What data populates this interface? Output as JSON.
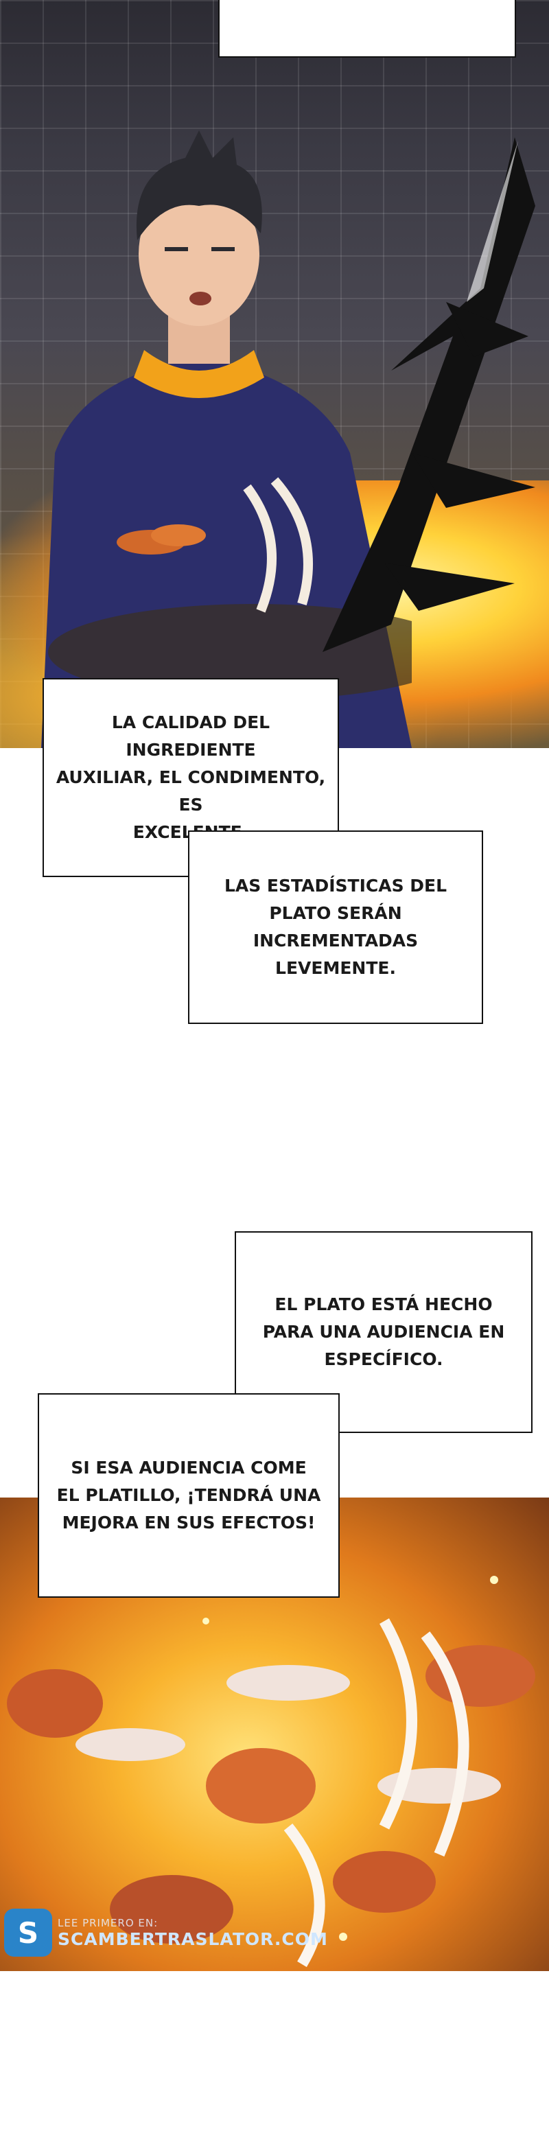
{
  "panels": {
    "top": {
      "description_icon": "chef-cooking-icon"
    },
    "bottom": {
      "description_icon": "flying-ingredients-icon"
    }
  },
  "captions": [
    {
      "lines": [
        "LA CALIDAD DEL INGREDIENTE",
        "AUXILIAR, EL CONDIMENTO, ES",
        "EXCELENTE."
      ]
    },
    {
      "lines": [
        "LAS ESTADÍSTICAS DEL",
        "PLATO SERÁN INCREMENTADAS",
        "LEVEMENTE."
      ]
    },
    {
      "lines": [
        "EL PLATO ESTÁ HECHO",
        "PARA UNA AUDIENCIA EN",
        "ESPECÍFICO."
      ]
    },
    {
      "lines": [
        "SI ESA AUDIENCIA COME",
        "EL PLATILLO, ¡TENDRÁ UNA",
        "MEJORA EN SUS EFECTOS!"
      ]
    }
  ],
  "watermark": {
    "logo_letter": "S",
    "line1": "LEE PRIMERO EN:",
    "line2": "SCAMBERTRASLATOR.COM"
  },
  "colors": {
    "flame": "#f9b32e",
    "outline": "#111111",
    "watermark": "#2a84c9"
  }
}
